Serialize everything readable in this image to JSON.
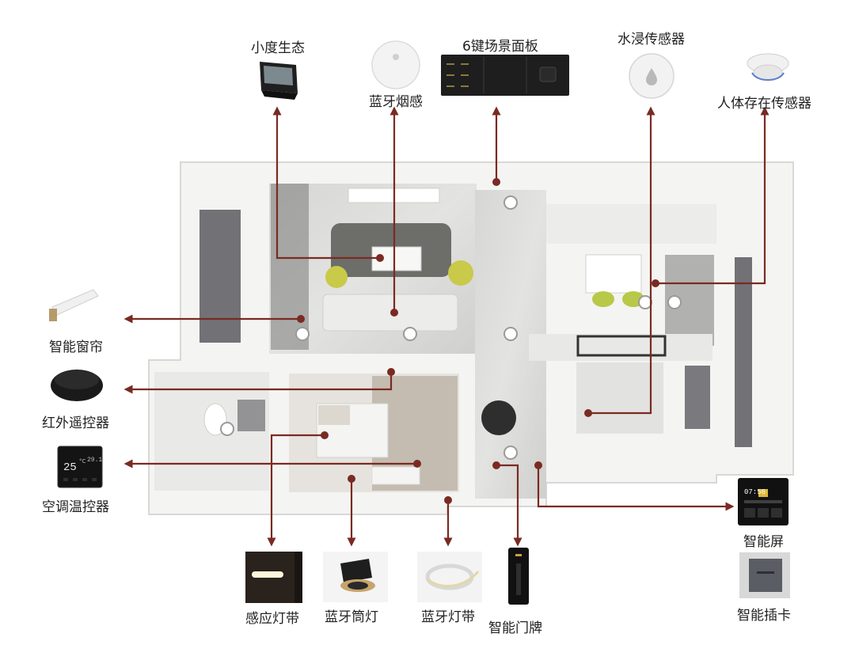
{
  "labels": {
    "xiaodu": "小度生态",
    "smoke": "蓝牙烟感",
    "panel": "6键场景面板",
    "water": "水浸传感器",
    "presence": "人体存在传感器",
    "curtain": "智能窗帘",
    "ir": "红外遥控器",
    "thermostat": "空调温控器",
    "smart_screen": "智能屏",
    "induction_strip": "感应灯带",
    "downlight": "蓝牙筒灯",
    "bt_strip": "蓝牙灯带",
    "door_sign": "智能门牌",
    "card_switch": "智能插卡"
  },
  "devices": {
    "thermostat_display": "25",
    "thermostat_unit": "°C",
    "thermostat_small": "29.1",
    "screen_time": "07:56"
  },
  "colors": {
    "line": "#7a2a22",
    "wall": "#f2f2f0",
    "floor": "#dcdcda",
    "rug": "#6d6d6a"
  }
}
